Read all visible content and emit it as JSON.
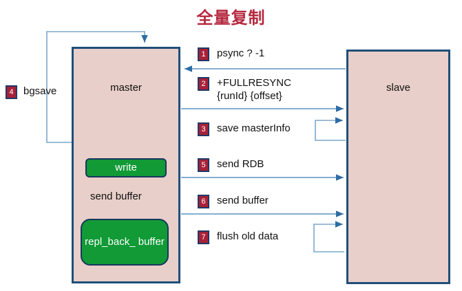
{
  "title": "全量复制",
  "nodes": {
    "master": {
      "label": "master"
    },
    "slave": {
      "label": "slave"
    }
  },
  "master_internals": {
    "write_box": "write",
    "send_buffer_label": "send buffer",
    "repl_back_buffer": "repl_back_\nbuffer"
  },
  "steps": [
    {
      "num": "1",
      "text": "psync ? -1",
      "direction": "slave-to-master"
    },
    {
      "num": "2",
      "text": "+FULLRESYNC\n{runId} {offset}",
      "direction": "master-to-slave"
    },
    {
      "num": "3",
      "text": "save masterInfo",
      "direction": "slave-self-loop"
    },
    {
      "num": "4",
      "text": "bgsave",
      "direction": "master-self-loop"
    },
    {
      "num": "5",
      "text": "send RDB",
      "direction": "master-to-slave"
    },
    {
      "num": "6",
      "text": "send buffer",
      "direction": "master-to-slave"
    },
    {
      "num": "7",
      "text": "flush old data",
      "direction": "slave-self-loop"
    }
  ],
  "colors": {
    "title": "#b5283f",
    "node_fill": "#e8cfc9",
    "node_border": "#1f4e79",
    "green_fill": "#119a36",
    "green_border": "#17375e",
    "badge_fill": "#a82138",
    "badge_border": "#1f3864",
    "arrow": "#4a7fb0",
    "background": "#ffffff"
  }
}
